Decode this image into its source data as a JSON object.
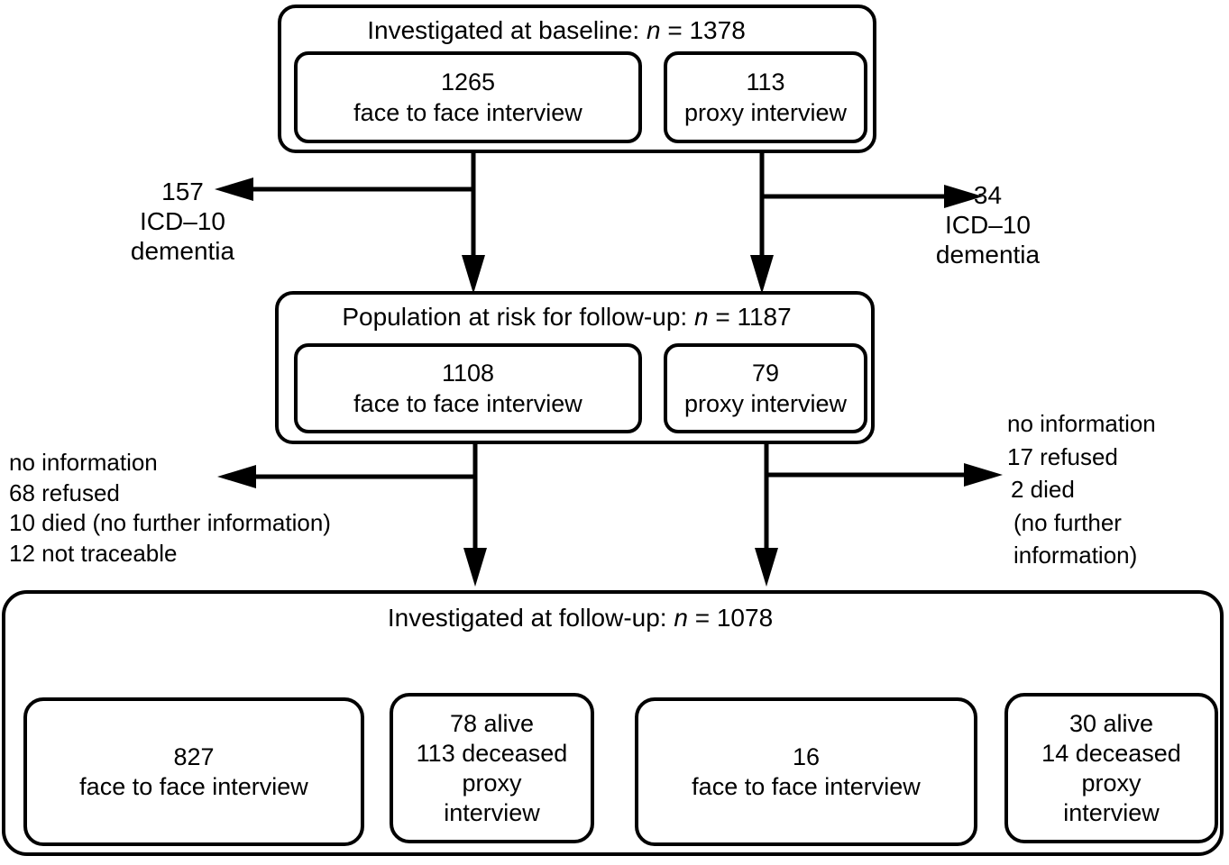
{
  "tier1": {
    "header": {
      "prefix": "Investigated at baseline: ",
      "n": "n",
      "value": " = 1378"
    },
    "face_to_face": {
      "count": "1265",
      "label": "face to face interview"
    },
    "proxy": {
      "count": "113",
      "label": "proxy interview"
    }
  },
  "excl_baseline_left": {
    "count": "157",
    "label": "ICD–10 dementia"
  },
  "excl_baseline_right": {
    "count": "34",
    "label": "ICD–10 dementia"
  },
  "tier2": {
    "header": {
      "prefix": "Population at risk for follow-up: ",
      "n": "n",
      "value": " = 1187"
    },
    "face_to_face": {
      "count": "1108",
      "label": "face to face interview"
    },
    "proxy": {
      "count": "79",
      "label": "proxy interview"
    }
  },
  "excl_followup_left": {
    "lines": [
      "no information",
      "68 refused",
      "10 died (no further information)",
      "12 not traceable"
    ]
  },
  "excl_followup_right": {
    "lines": [
      "no information",
      "17 refused",
      "2 died",
      "(no further",
      "information)"
    ]
  },
  "tier3": {
    "header": {
      "prefix": "Investigated at follow-up: ",
      "n": "n",
      "value": " = 1078"
    },
    "f2f_left": {
      "count": "827",
      "label": "face to face interview"
    },
    "proxy_left": {
      "lines": [
        "78 alive",
        "113 deceased",
        "proxy",
        "interview"
      ]
    },
    "f2f_right": {
      "count": "16",
      "label": "face to face interview"
    },
    "proxy_right": {
      "lines": [
        "30 alive",
        "14 deceased",
        "proxy",
        "interview"
      ]
    }
  }
}
